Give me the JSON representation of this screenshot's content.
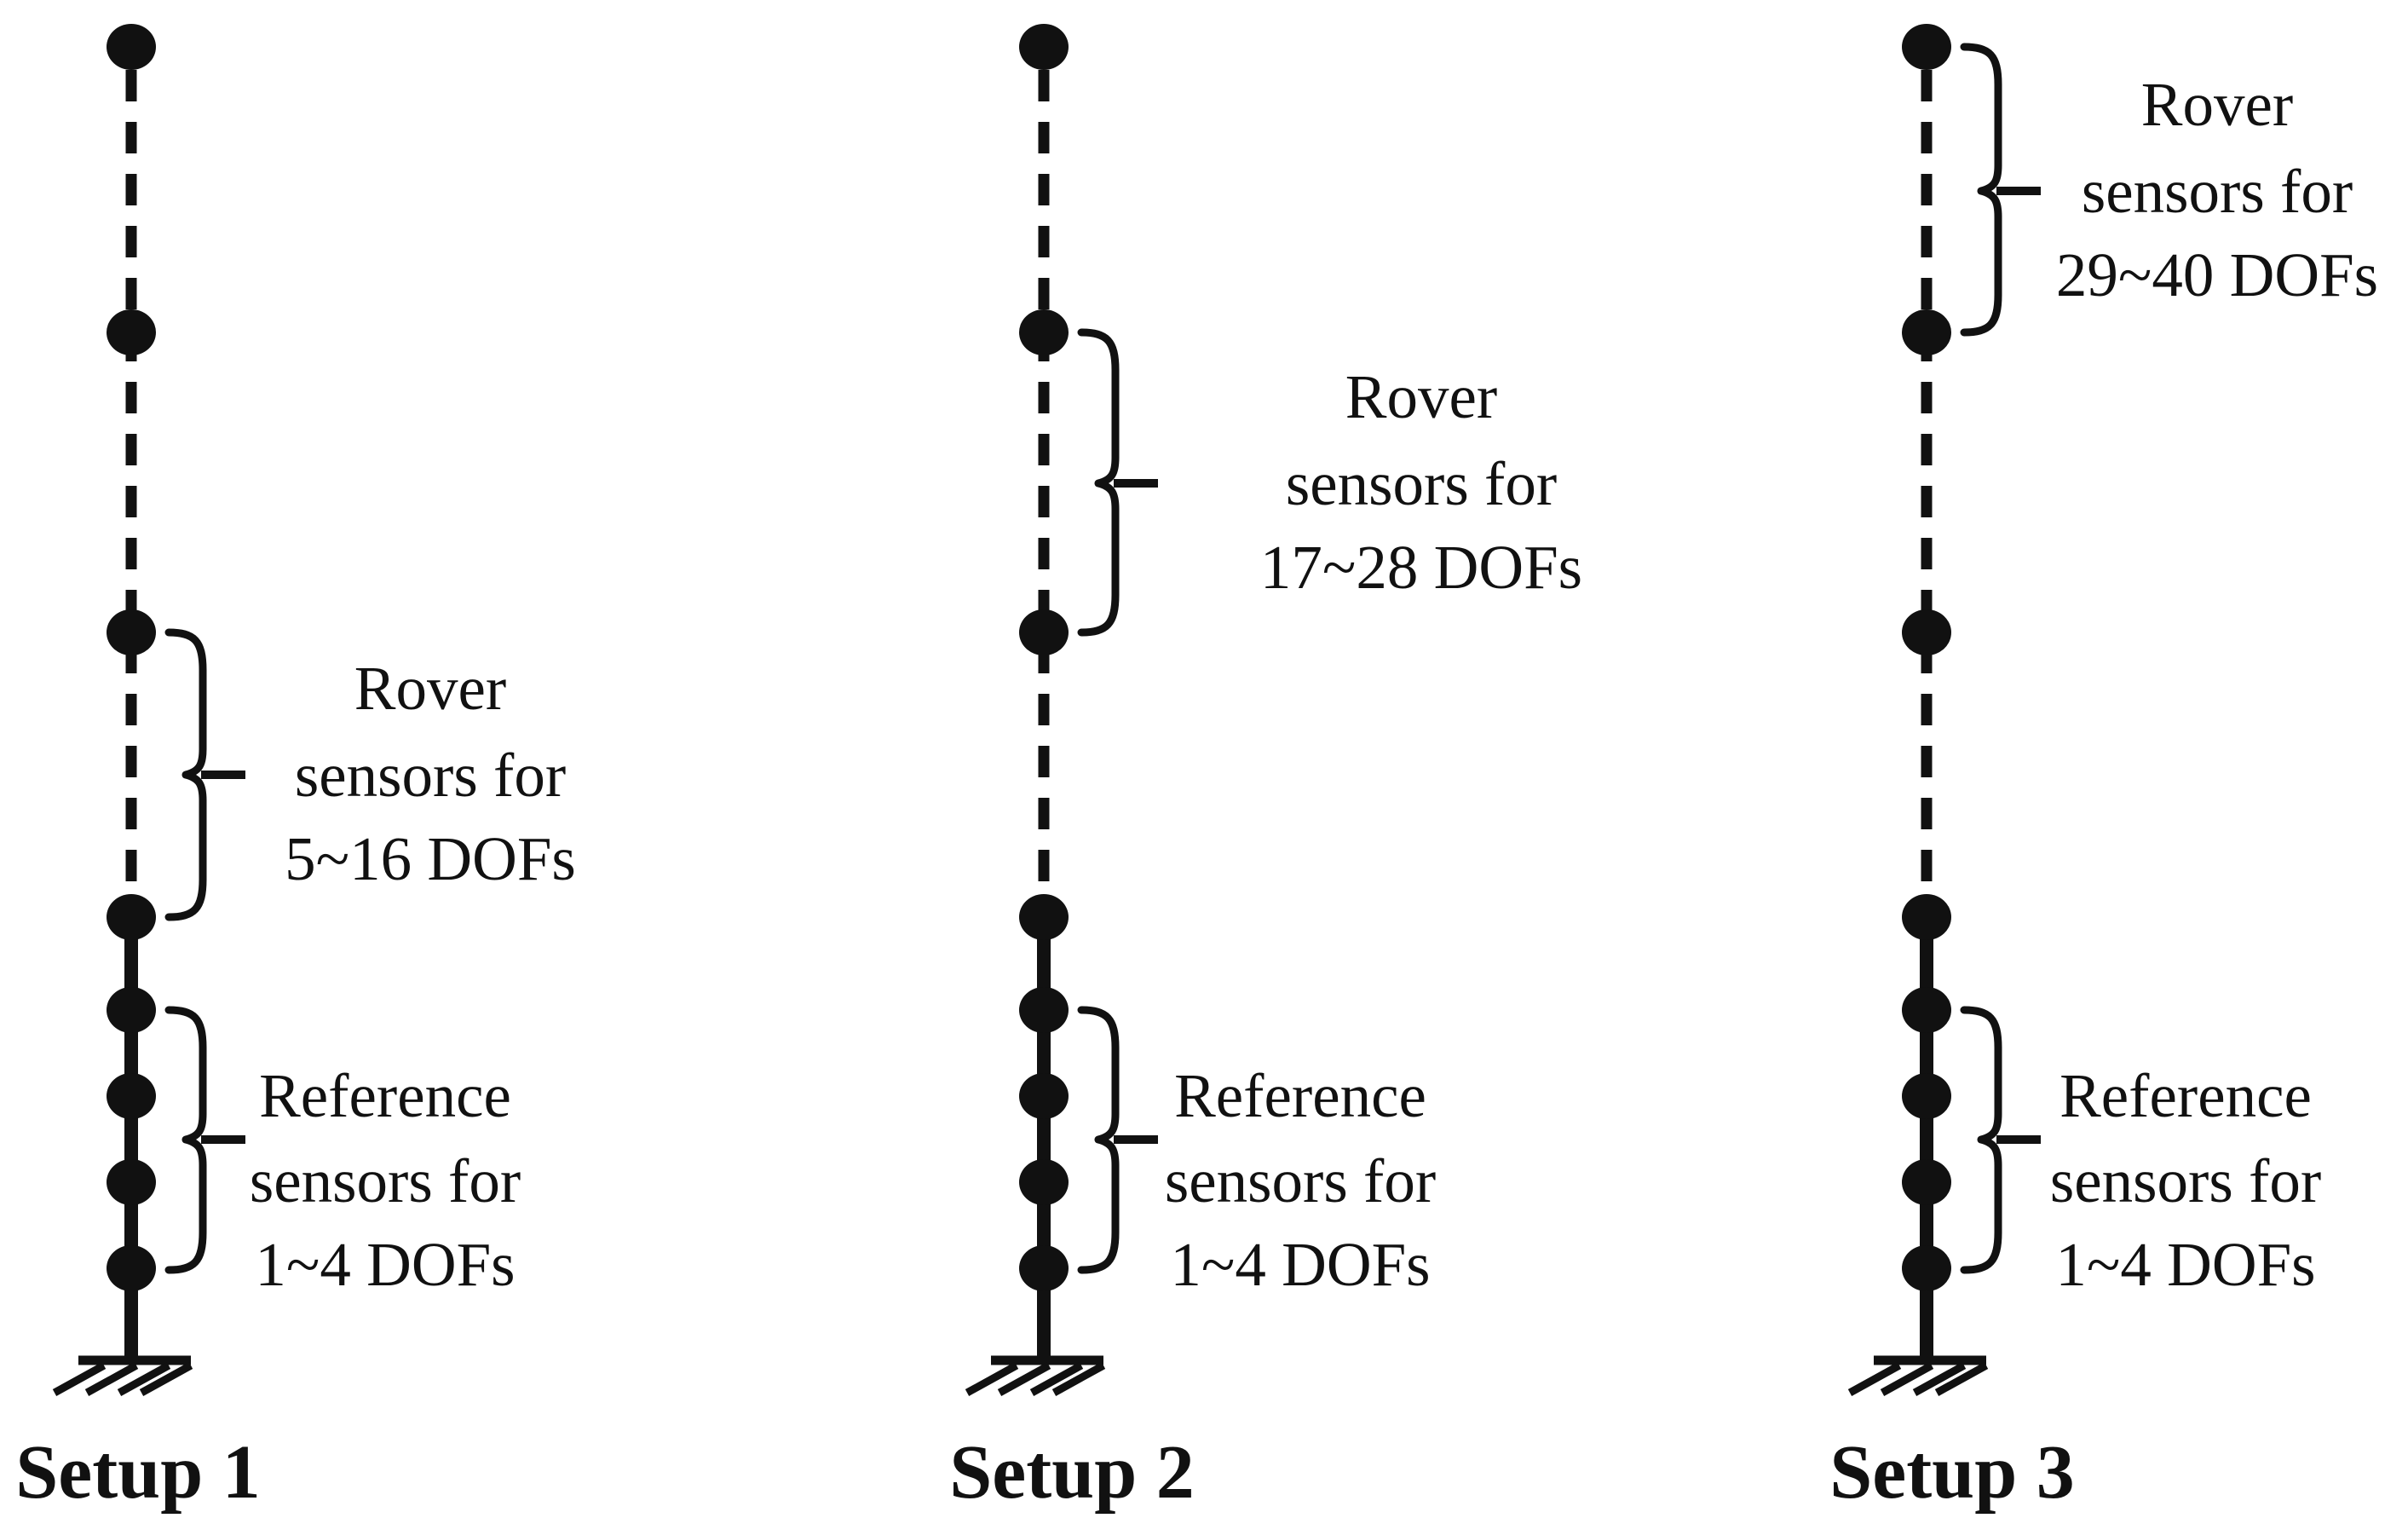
{
  "diagram": {
    "description_labels": {
      "rover_word": "Rover",
      "sensors_word": "sensors for",
      "reference_word": "Reference"
    },
    "setups": [
      {
        "label": "Setup 1",
        "rover_label": [
          "Rover",
          "sensors for",
          "5~16 DOFs"
        ],
        "reference_label": [
          "Reference",
          "sensors for",
          "1~4 DOFs"
        ]
      },
      {
        "label": "Setup 2",
        "rover_label": [
          "Rover",
          "sensors for",
          "17~28 DOFs"
        ],
        "reference_label": [
          "Reference",
          "sensors for",
          "1~4 DOFs"
        ]
      },
      {
        "label": "Setup 3",
        "rover_label": [
          "Rover",
          "sensors for",
          "29~40 DOFs"
        ],
        "reference_label": [
          "Reference",
          "sensors for",
          "1~4 DOFs"
        ]
      }
    ],
    "colors": {
      "ink": "#111111",
      "background": "#ffffff"
    }
  }
}
